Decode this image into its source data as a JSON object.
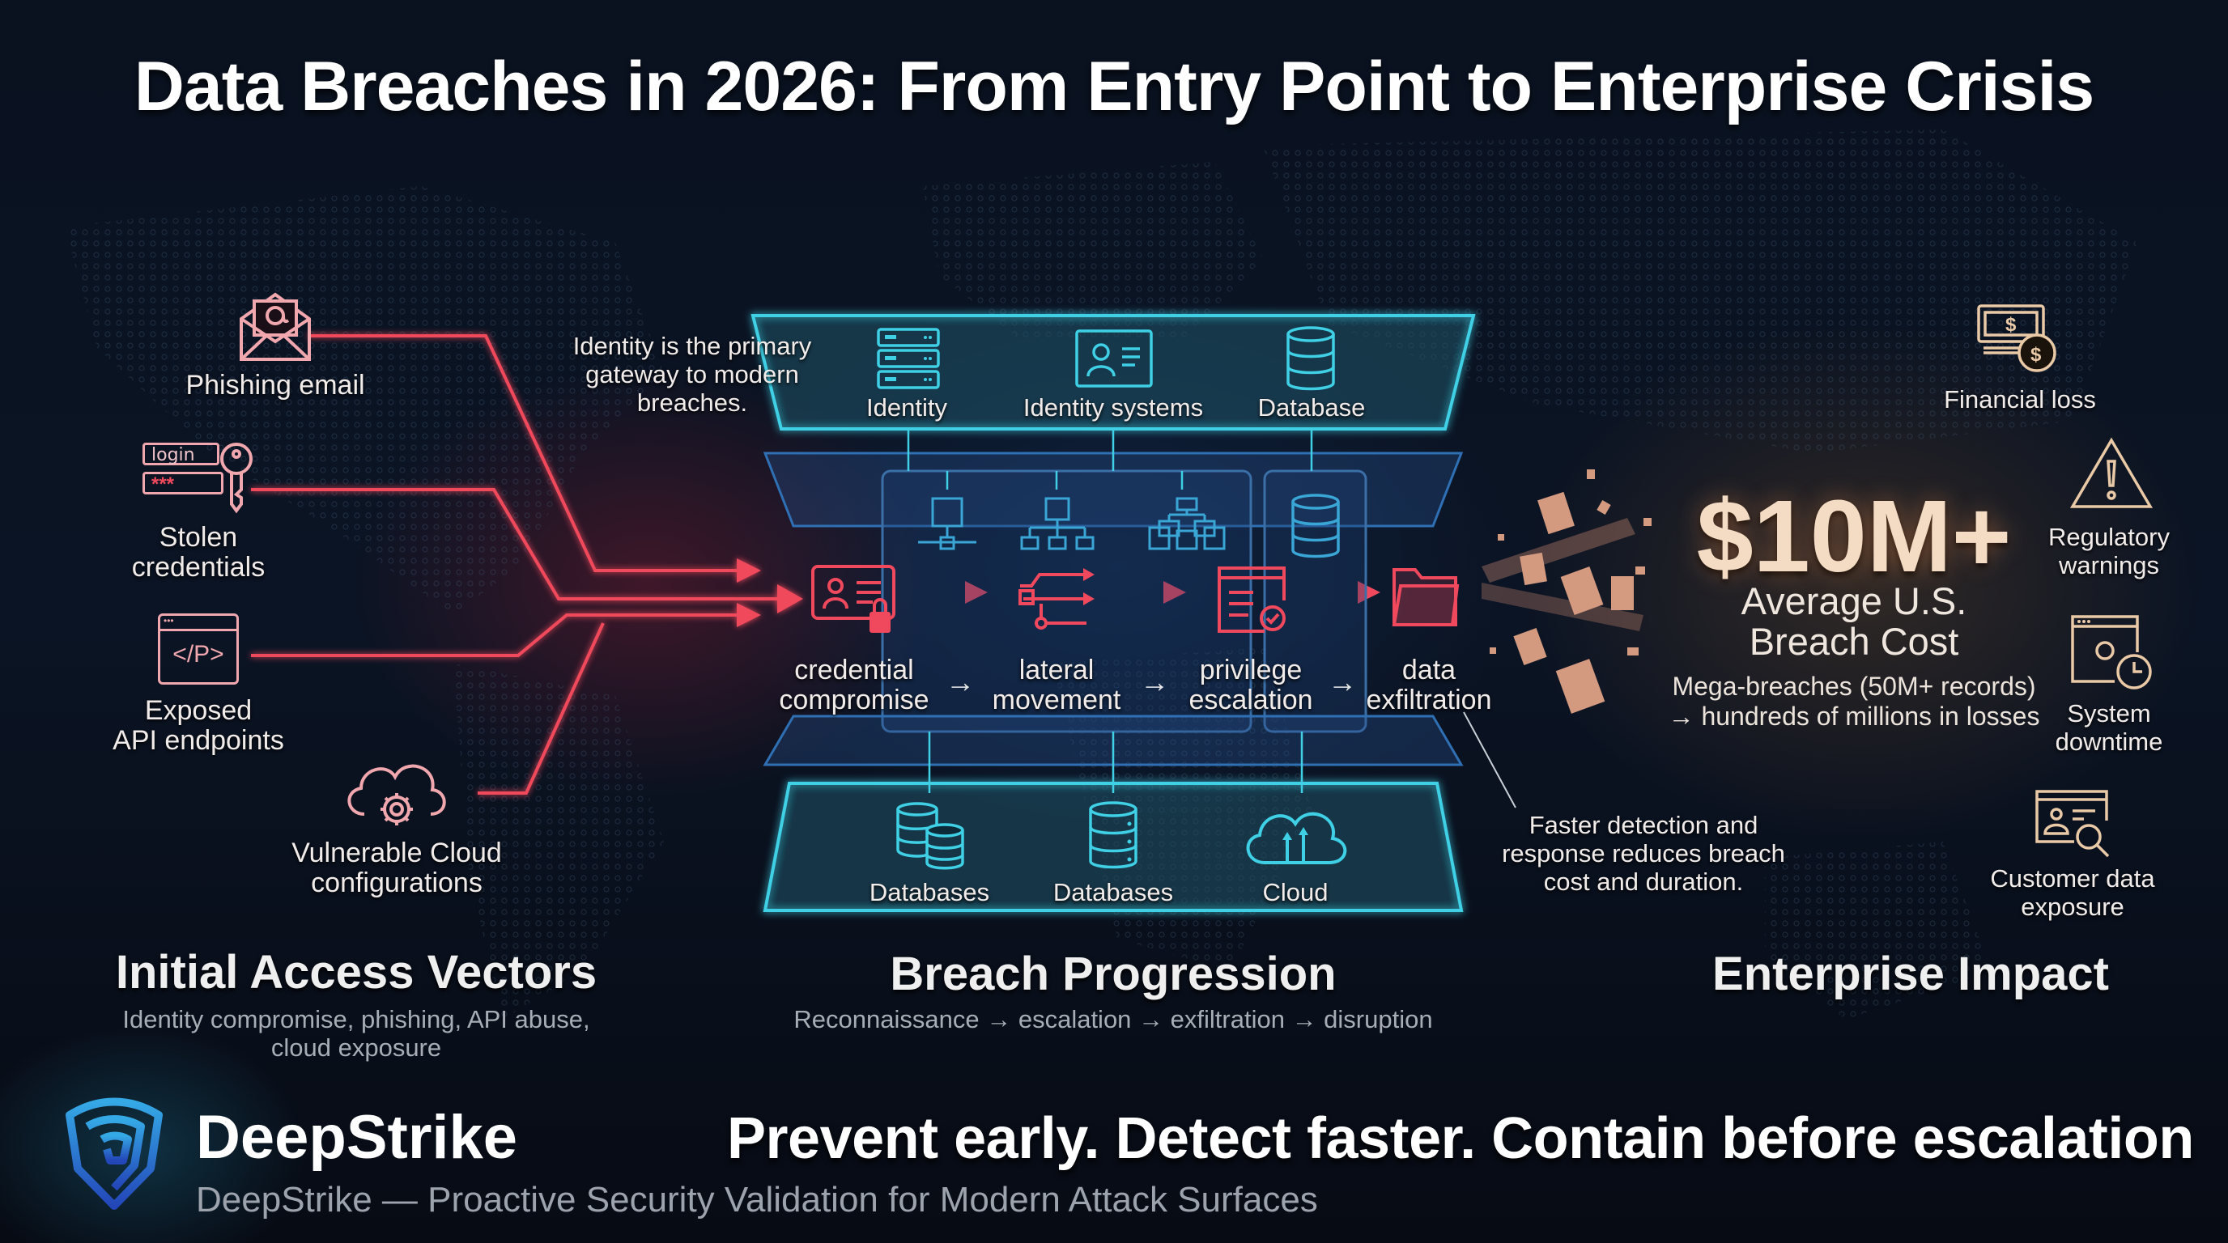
{
  "title": "Data Breaches in 2026: From Entry Point to Enterprise Crisis",
  "colors": {
    "attack_red": "#f0485c",
    "system_cyan": "#3fd0e6",
    "mid_blue": "#2f6fb3",
    "impact_gold": "#e9c9a6",
    "background": "#0a1220"
  },
  "access_vectors": {
    "heading": "Initial Access Vectors",
    "subtitle_line1": "Identity compromise, phishing, API abuse,",
    "subtitle_line2": "cloud exposure",
    "items": [
      {
        "label": "Phishing email",
        "icon": "envelope-at-icon"
      },
      {
        "label_line1": "Stolen",
        "label_line2": "credentials",
        "icon": "login-key-icon",
        "field_login": "login",
        "field_password": "***"
      },
      {
        "label_line1": "Exposed",
        "label_line2": "API endpoints",
        "icon": "code-window-icon",
        "code_glyph": "</P>"
      },
      {
        "label_line1": "Vulnerable Cloud",
        "label_line2": "configurations",
        "icon": "cloud-gear-icon"
      }
    ]
  },
  "progression": {
    "heading": "Breach Progression",
    "subtitle": "Reconnaissance → escalation → exfiltration → disruption",
    "identity_note_line1": "Identity is the primary",
    "identity_note_line2": "gateway to modern",
    "identity_note_line3": "breaches.",
    "top_tier": [
      {
        "label": "Identity",
        "icon": "server-rack-icon"
      },
      {
        "label": "Identity systems",
        "icon": "id-card-icon"
      },
      {
        "label": "Database",
        "icon": "database-icon"
      }
    ],
    "network_icons": [
      "network-node-icon",
      "hierarchy-icon",
      "device-tree-icon",
      "database-icon"
    ],
    "stages": [
      {
        "label_line1": "credential",
        "label_line2": "compromise",
        "icon": "id-lock-icon"
      },
      {
        "label_line1": "lateral",
        "label_line2": "movement",
        "icon": "branch-arrows-icon"
      },
      {
        "label_line1": "privilege",
        "label_line2": "escalation",
        "icon": "window-gear-check-icon"
      },
      {
        "label_line1": "data",
        "label_line2": "exfiltration",
        "icon": "folder-icon"
      }
    ],
    "stage_arrow": "→",
    "bottom_tier": [
      {
        "label": "Databases",
        "icon": "databases-icon"
      },
      {
        "label": "Databases",
        "icon": "database-icon"
      },
      {
        "label": "Cloud",
        "icon": "cloud-upload-icon"
      }
    ],
    "detection_note_line1": "Faster detection and",
    "detection_note_line2": "response reduces breach",
    "detection_note_line3": "cost and duration."
  },
  "impact": {
    "heading": "Enterprise Impact",
    "cost_value": "$10M+",
    "cost_label_line1": "Average U.S.",
    "cost_label_line2": "Breach Cost",
    "note_line1": "Mega-breaches (50M+ records)",
    "note_line2": "→ hundreds of millions in losses",
    "items": [
      {
        "label": "Financial loss",
        "icon": "money-coin-icon"
      },
      {
        "label_line1": "Regulatory",
        "label_line2": "warnings",
        "icon": "warning-triangle-icon"
      },
      {
        "label_line1": "System",
        "label_line2": "downtime",
        "icon": "window-gear-clock-icon"
      },
      {
        "label_line1": "Customer data",
        "label_line2": "exposure",
        "icon": "profile-search-icon"
      }
    ]
  },
  "footer": {
    "brand": "DeepStrike",
    "tagline": "DeepStrike — Proactive Security Validation for Modern Attack Surfaces",
    "slogan": "Prevent early. Detect faster. Contain before escalation"
  }
}
